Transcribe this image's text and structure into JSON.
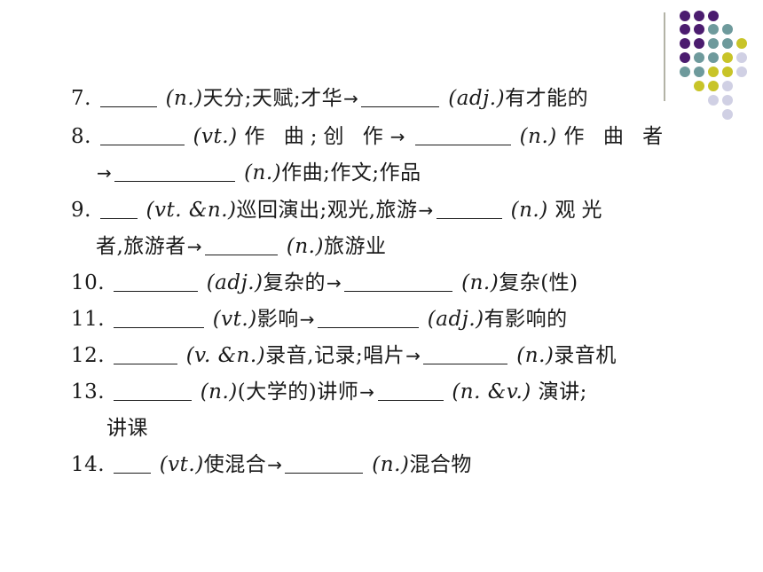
{
  "colors": {
    "purple": "#4b1c6f",
    "teal": "#6e9a9c",
    "olive": "#c8c428",
    "lavender": "#d0d0e4",
    "divider": "#b3b3a6"
  },
  "icons": {
    "arrow": "arrow-right-icon",
    "decoration": "dot-grid-decoration"
  },
  "arrow_glyph": "→",
  "items": [
    {
      "num": "7.",
      "pos1": "(n.)",
      "meaning1": "天分;天赋;才华",
      "pos2": "(adj.)",
      "meaning2": "有才能的"
    },
    {
      "num": "8.",
      "pos1": "(vt.)",
      "meaning1": "作 曲;创 作",
      "pos2": "(n.)",
      "meaning2": "作 曲 者",
      "pos3": "(n.)",
      "meaning3": "作曲;作文;作品"
    },
    {
      "num": "9.",
      "pos1": "(vt. &n.)",
      "meaning1": "巡回演出;观光,旅游",
      "pos2": "(n.)",
      "meaning2": "观光",
      "meaning2b": "者,旅游者",
      "pos3": "(n.)",
      "meaning3": "旅游业"
    },
    {
      "num": "10.",
      "pos1": "(adj.)",
      "meaning1": "复杂的",
      "pos2": "(n.)",
      "meaning2": "复杂(性)"
    },
    {
      "num": "11.",
      "pos1": "(vt.)",
      "meaning1": "影响",
      "pos2": "(adj.)",
      "meaning2": "有影响的"
    },
    {
      "num": "12.",
      "pos1": "(v. &n.)",
      "meaning1": "录音,记录;唱片",
      "pos2": "(n.)",
      "meaning2": "录音机"
    },
    {
      "num": "13.",
      "pos1": "(n.)",
      "meaning1": "(大学的)讲师",
      "pos2": "(n. &v.)",
      "meaning2": "演讲;",
      "meaning2b": "讲课"
    },
    {
      "num": "14.",
      "pos1": "(vt.)",
      "meaning1": "使混合",
      "pos2": "(n.)",
      "meaning2": "混合物"
    }
  ]
}
